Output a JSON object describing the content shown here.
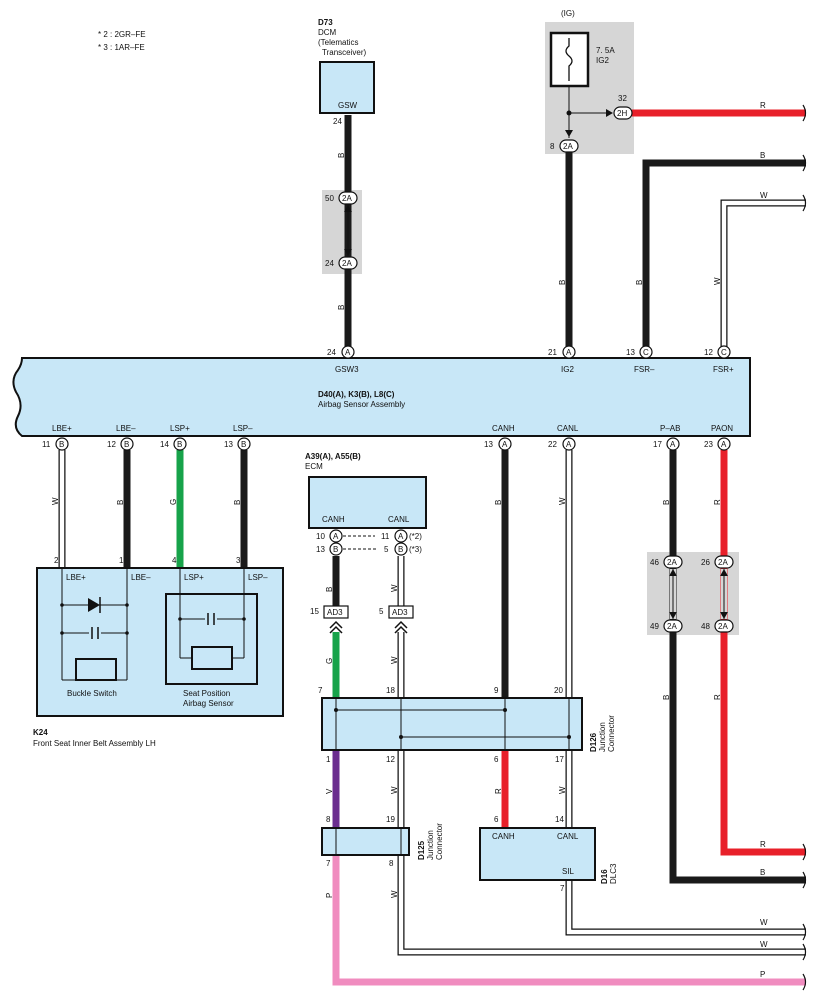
{
  "notes": [
    "* 2 : 2GR–FE",
    "* 3 : 1AR–FE"
  ],
  "colors": {
    "B": "#1a1a1a",
    "W": "#ffffff",
    "R": "#e8202a",
    "G": "#17a34a",
    "V": "#6b2d8f",
    "P": "#f08cbf",
    "box": "#c8e7f7",
    "shade": "#d6d6d6"
  },
  "components": {
    "d73": {
      "code": "D73",
      "name": "DCM",
      "sub1": "(Telematics",
      "sub2": "Transceiver)",
      "pin": "GSW"
    },
    "fuse": {
      "label": "(IG)",
      "rating": "7. 5A",
      "name": "IG2"
    },
    "airbag": {
      "codes": "D40(A), K3(B), L8(C)",
      "name": "Airbag Sensor Assembly",
      "top_pins": [
        {
          "name": "GSW3",
          "no": "24",
          "conn": "A"
        },
        {
          "name": "IG2",
          "no": "21",
          "conn": "A"
        },
        {
          "name": "FSR–",
          "no": "13",
          "conn": "C"
        },
        {
          "name": "FSR+",
          "no": "12",
          "conn": "C"
        }
      ],
      "bottom_pins": [
        {
          "name": "LBE+",
          "no": "11",
          "conn": "B"
        },
        {
          "name": "LBE–",
          "no": "12",
          "conn": "B"
        },
        {
          "name": "LSP+",
          "no": "14",
          "conn": "B"
        },
        {
          "name": "LSP–",
          "no": "13",
          "conn": "B"
        },
        {
          "name": "CANH",
          "no": "13",
          "conn": "A"
        },
        {
          "name": "CANL",
          "no": "22",
          "conn": "A"
        },
        {
          "name": "P–AB",
          "no": "17",
          "conn": "A"
        },
        {
          "name": "PAON",
          "no": "23",
          "conn": "A"
        }
      ]
    },
    "ecm": {
      "codes": "A39(A), A55(B)",
      "name": "ECM",
      "canh": "CANH",
      "canl": "CANL",
      "rows": [
        {
          "l_no": "10",
          "l_conn": "A",
          "r_no": "11",
          "r_conn": "A",
          "note": "(*2)"
        },
        {
          "l_no": "13",
          "l_conn": "B",
          "r_no": "5",
          "r_conn": "B",
          "note": "(*3)"
        }
      ]
    },
    "k24": {
      "code": "K24",
      "name": "Front Seat Inner Belt Assembly LH",
      "pins": [
        "LBE+",
        "LBE–",
        "LSP+",
        "LSP–"
      ],
      "pin_nos": [
        "2",
        "1",
        "4",
        "3"
      ],
      "buckle": "Buckle Switch",
      "seat1": "Seat Position",
      "seat2": "Airbag Sensor"
    },
    "d126": {
      "code": "D126",
      "name1": "Junction",
      "name2": "Connector"
    },
    "d125": {
      "code": "D125",
      "name1": "Junction",
      "name2": "Connector"
    },
    "d16": {
      "code": "D16",
      "name": "DLC3",
      "canh": "CANH",
      "canl": "CANL",
      "sil": "SIL"
    }
  },
  "joints": {
    "gsw_top": {
      "no": "50",
      "conn": "2A"
    },
    "gsw_bot": {
      "no": "24",
      "conn": "2A"
    },
    "ig_h": {
      "no": "32",
      "conn": "2H"
    },
    "ig_a": {
      "no": "8",
      "conn": "2A"
    },
    "pab_top": {
      "no": "46",
      "conn": "2A"
    },
    "pab_bot": {
      "no": "49",
      "conn": "2A"
    },
    "paon_top": {
      "no": "26",
      "conn": "2A"
    },
    "paon_bot": {
      "no": "48",
      "conn": "2A"
    },
    "ad3_l": {
      "no": "15",
      "conn": "AD3"
    },
    "ad3_r": {
      "no": "5",
      "conn": "AD3"
    }
  },
  "pin_numbers": {
    "d73": "24",
    "gsw_wire": "24",
    "ecm_canh_d126": "7",
    "ecm_canl_d126": "18",
    "canh_d126": "9",
    "canl_d126": "20",
    "d126_b1": "1",
    "d126_b2": "12",
    "d126_b3": "6",
    "d126_b4": "17",
    "d125_t1": "8",
    "d125_t2": "19",
    "d16_t1": "6",
    "d16_t2": "14",
    "d125_b1": "7",
    "d125_b2": "8",
    "d16_b": "7"
  },
  "wire_colors": {
    "gsw_up": "B",
    "gsw_down": "B",
    "ig_in": "R",
    "ig_down": "B",
    "fsr_minus": "B",
    "fsr_plus": "W",
    "lbe_plus": "W",
    "lbe_minus": "B",
    "lsp_plus": "G",
    "lsp_minus": "B",
    "canh": "B",
    "canl": "W",
    "pab": "B",
    "pab_low": "B",
    "paon": "R",
    "paon_low": "R",
    "ecm_canh": "B",
    "ecm_canl": "W",
    "ecm_canh_low": "G",
    "ecm_canl_low": "W",
    "d126_1": "V",
    "d126_12": "W",
    "d126_6": "R",
    "d126_17": "W",
    "d125_7": "P",
    "d125_8": "W",
    "out_r_top": "R",
    "out_b_top": "B",
    "out_w_top": "W",
    "out_r_mid": "R",
    "out_b_mid": "B",
    "out_w1": "W",
    "out_w2": "W",
    "out_p": "P"
  }
}
